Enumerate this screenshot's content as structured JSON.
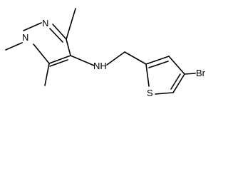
{
  "molecule": {
    "atoms": {
      "n_ring_top": "N",
      "n_ring_methyl": "N",
      "amine": "NH",
      "sulfur": "S",
      "bromine": "Br"
    }
  },
  "colors": {
    "bond": "#000000",
    "background": "#ffffff"
  }
}
